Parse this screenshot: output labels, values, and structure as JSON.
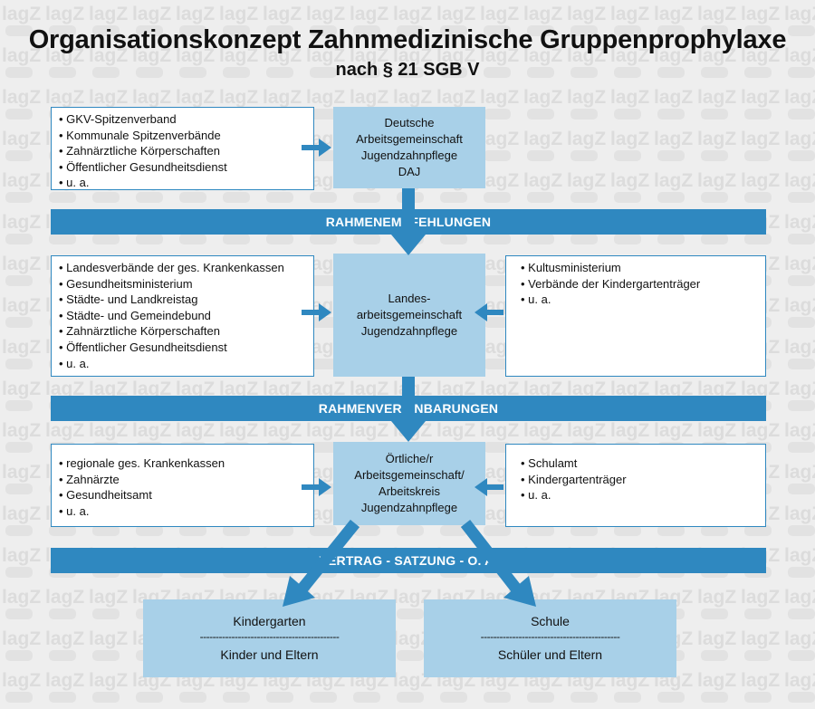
{
  "title": "Organisationskonzept Zahnmedizinische Gruppenprophylaxe",
  "subtitle": "nach § 21 SGB V",
  "watermark": "lagZ",
  "colors": {
    "band": "#2f88c0",
    "box_fill": "#a8d0e8",
    "arrow": "#2f88c0",
    "background": "#eeeeee"
  },
  "level1": {
    "left_list": [
      "GKV-Spitzenverband",
      "Kommunale Spitzenverbände",
      "Zahnärztliche Körperschaften",
      "Öffentlicher Gesundheitsdienst",
      "u. a."
    ],
    "org": [
      "Deutsche",
      "Arbeitsgemeinschaft",
      "Jugendzahnpflege",
      "DAJ"
    ]
  },
  "band1": "RAHMENEMPFEHLUNGEN",
  "level2": {
    "left_list": [
      "Landesverbände der ges. Krankenkassen",
      "Gesundheitsministerium",
      "Städte- und Landkreistag",
      "Städte- und Gemeindebund",
      "Zahnärztliche Körperschaften",
      "Öffentlicher Gesundheitsdienst",
      "u. a."
    ],
    "org": [
      "Landes-",
      "arbeitsgemeinschaft",
      "Jugendzahnpflege"
    ],
    "right_list": [
      "Kultusministerium",
      "Verbände der Kindergartenträger",
      "u. a."
    ]
  },
  "band2": "RAHMENVEREINBARUNGEN",
  "level3": {
    "left_list": [
      "regionale ges. Krankenkassen",
      "Zahnärzte",
      "Gesundheitsamt",
      "u. a."
    ],
    "org": [
      "Örtliche/r",
      "Arbeitsgemeinschaft/",
      "Arbeitskreis",
      "Jugendzahnpflege"
    ],
    "right_list": [
      "Schulamt",
      "Kindergartenträger",
      "u. a."
    ]
  },
  "band3": "VERTRAG - SATZUNG - O. A.",
  "targets": [
    {
      "title": "Kindergarten",
      "separator": "--------------------------------------------",
      "sub": "Kinder und Eltern"
    },
    {
      "title": "Schule",
      "separator": "--------------------------------------------",
      "sub": "Schüler und Eltern"
    }
  ]
}
